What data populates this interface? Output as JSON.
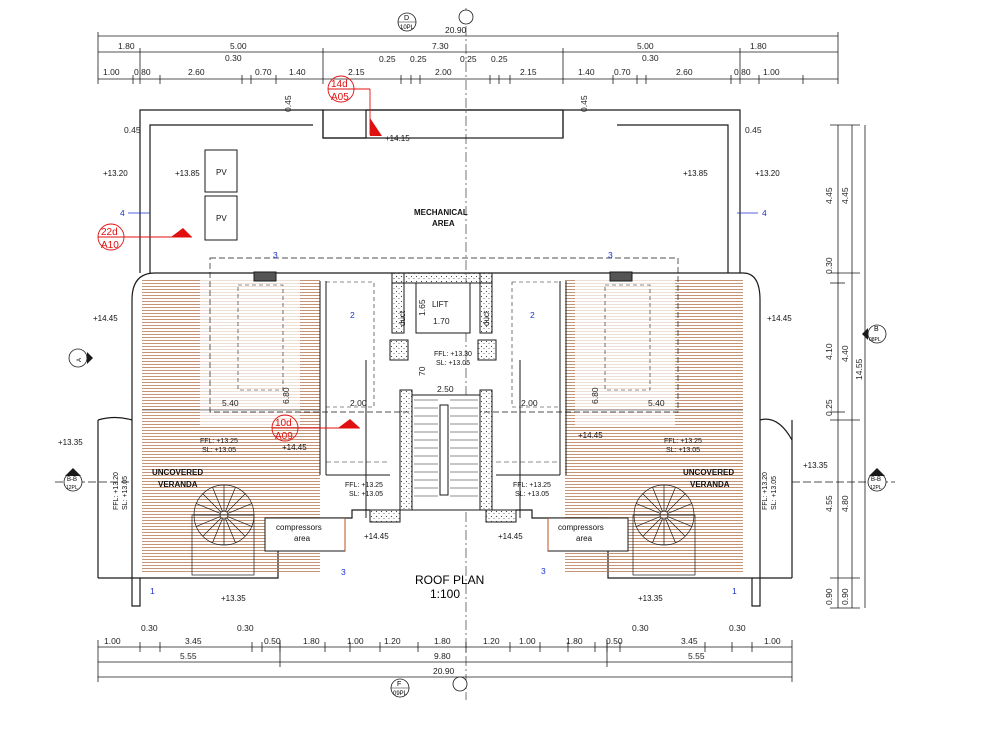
{
  "drawing": {
    "title": "ROOF PLAN",
    "scale": "1:100"
  },
  "top_dimensions": {
    "overall": "20.90",
    "row1": [
      "1.80",
      "5.00",
      "7.30",
      "5.00",
      "1.80"
    ],
    "row2": [
      "1.00",
      "0.80",
      "2.60",
      "0.30",
      "0.70",
      "1.40",
      "2.15",
      "0.25",
      "0.25",
      "2.00",
      "0.25",
      "0.25",
      "2.15",
      "1.40",
      "0.70",
      "0.30",
      "2.60",
      "0.80",
      "1.00"
    ]
  },
  "bottom_dimensions": {
    "row1": [
      "1.00",
      "0.30",
      "3.45",
      "0.30",
      "0.50",
      "1.80",
      "1.00",
      "1.20",
      "1.80",
      "1.20",
      "1.00",
      "1.80",
      "0.50",
      "0.30",
      "3.45",
      "0.30",
      "1.00"
    ],
    "row2": [
      "5.55",
      "9.80",
      "5.55"
    ],
    "overall": "20.90"
  },
  "right_dimensions": {
    "outer": [
      "4.45",
      "4.40",
      "4.80",
      "0.90"
    ],
    "inner": [
      "4.45",
      "0.30",
      "4.10",
      "0.25",
      "4.55",
      "0.90"
    ],
    "overall": "14.55"
  },
  "section_markers": {
    "top": {
      "letter": "D",
      "sheet": "10PL"
    },
    "bottom": {
      "letter": "F",
      "sheet": "09PL"
    },
    "right": {
      "letter": "B",
      "sheet": "08PL"
    },
    "left": {
      "letter": "A",
      "sheet": "08PL"
    },
    "section_bb_left": {
      "letter": "B-B",
      "sheet": "12PL"
    },
    "section_bb_right": {
      "letter": "B-B",
      "sheet": "12PL"
    }
  },
  "detail_callouts": [
    {
      "num": "14d",
      "sheet": "A05"
    },
    {
      "num": "22d",
      "sheet": "A10"
    },
    {
      "num": "10d",
      "sheet": "A09"
    }
  ],
  "room_labels": {
    "mechanical": [
      "MECHANICAL",
      "AREA"
    ],
    "veranda_left": [
      "UNCOVERED",
      "VERANDA"
    ],
    "veranda_right": [
      "UNCOVERED",
      "VERANDA"
    ],
    "compressors_left": [
      "compressors",
      "area"
    ],
    "compressors_right": [
      "compressors",
      "area"
    ],
    "lift": "LIFT",
    "duct": "duct",
    "pv": "PV"
  },
  "levels": {
    "l1415": "+14.15",
    "l1320": "+13.20",
    "l1385": "+13.85",
    "l1445": "+14.45",
    "l1335": "+13.35",
    "ffl1330": "FFL: +13.30",
    "sl1305": "SL: +13.05",
    "ffl1325": "FFL: +13.25",
    "ffl1320": "FFL: +13.20"
  },
  "inner_dims": {
    "d540": "5.40",
    "d680": "6.80",
    "d200": "2.00",
    "d250": "2.50",
    "d070": "70",
    "d165": "1.65",
    "d170": "1.70",
    "d045": "0.45"
  },
  "tags": {
    "t1": "1",
    "t2": "2",
    "t3": "3",
    "t4": "4"
  },
  "colors": {
    "line": "#1a1a1a",
    "hatch": "#b87a55",
    "red": "#e01010",
    "blue": "#1a33cc"
  }
}
